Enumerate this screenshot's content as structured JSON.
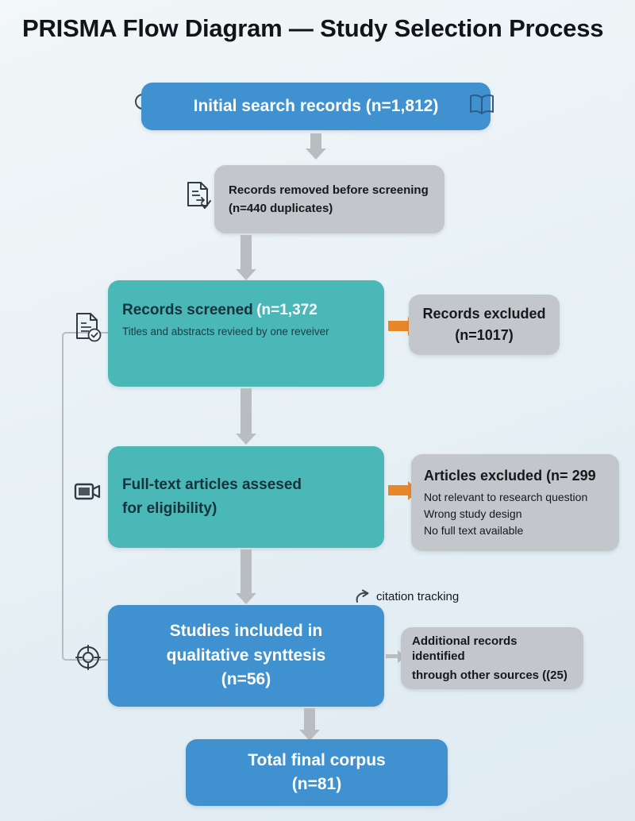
{
  "title": "PRISMA Flow Diagram — Study Selection Process",
  "colors": {
    "blue": "#3f91d0",
    "teal": "#4bb8b8",
    "gray": "#c3c6ca",
    "orange_arrow": "#e8862a",
    "connector_gray": "#b9bdc1",
    "background": "#e9f1f5"
  },
  "nodes": {
    "identification": {
      "label": "Initial search records (n=1,812)",
      "left_icon": "magnifier-icon",
      "right_icon": "open-book-icon"
    },
    "removed": {
      "line1": "Records removed before screening",
      "line2": "(n=440 duplicates)",
      "icon": "document-remove-icon"
    },
    "screened": {
      "title": "Records screened",
      "count": "(n=1,372",
      "subtitle": "Titles and abstracts revieed by one reveiver",
      "rail_icon": "document-check-icon"
    },
    "records_excluded": {
      "line1": "Records excluded",
      "line2": "(n=1017)"
    },
    "fulltext": {
      "line1": "Full-text articles assesed",
      "line2": "for eligibility)",
      "rail_icon": "video-camera-icon"
    },
    "articles_excluded": {
      "heading": "Articles excluded (n= 299",
      "reasons": [
        "Not relevant to research question",
        "Wrong study design",
        "No full text available"
      ]
    },
    "included": {
      "line1": "Studies included in",
      "line2": "qualitative synttesis",
      "line3": "(n=56)",
      "rail_icon": "target-icon"
    },
    "additional": {
      "line1": "Additional records identified",
      "line2": "through other sources ((25)"
    },
    "total": {
      "line1": "Total final corpus",
      "line2": "(n=81)"
    }
  },
  "annotations": {
    "citation_tracking": {
      "label": "citation tracking",
      "icon": "redo-arrow-icon"
    }
  }
}
